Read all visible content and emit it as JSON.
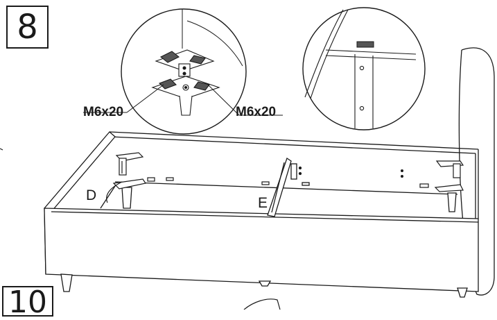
{
  "steps": {
    "current": "8",
    "next": "10"
  },
  "callouts": {
    "screw_left": "M6x20",
    "screw_right": "M6x20"
  },
  "parts": {
    "leg_d": "D",
    "slat_e": "E"
  },
  "colors": {
    "line": "#1a1a1a",
    "fill": "#ffffff",
    "hatch": "#555555"
  }
}
